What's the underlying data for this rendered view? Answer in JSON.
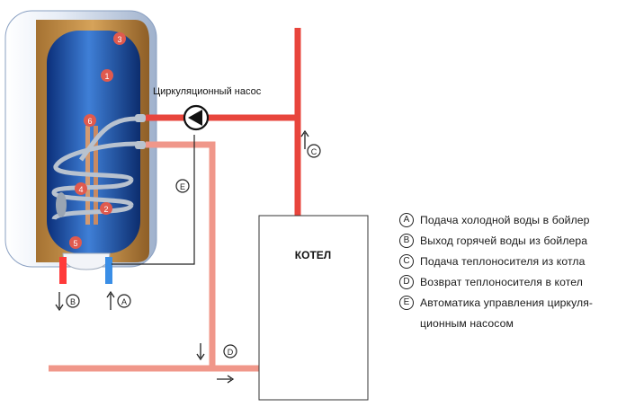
{
  "diagram": {
    "pump_label": "Циркуляционный насос",
    "boiler_label": "КОТЕЛ",
    "part_numbers": [
      "1",
      "2",
      "3",
      "4",
      "5",
      "6"
    ],
    "letters": {
      "A": "A",
      "B": "B",
      "C": "C",
      "D": "D",
      "E": "E"
    }
  },
  "legend": {
    "items": [
      {
        "letter": "A",
        "text": "Подача холодной воды в бойлер"
      },
      {
        "letter": "B",
        "text": "Выход горячей воды из бойлера"
      },
      {
        "letter": "C",
        "text": "Подача теплоносителя из котла"
      },
      {
        "letter": "D",
        "text": "Возврат теплоносителя в котел"
      },
      {
        "letter": "E",
        "text": "Автоматика управления циркуля-"
      }
    ],
    "continuation": "ционным насосом"
  },
  "colors": {
    "hot_pipe": "#e8453c",
    "return_pipe": "#f0978a",
    "tank_blue": "#1f4fa8",
    "insulation": "#b78445",
    "tank_shell": "#dfe8f4",
    "part_marker": "#e05a4e",
    "cold_pipe": "#5aa8e0"
  }
}
